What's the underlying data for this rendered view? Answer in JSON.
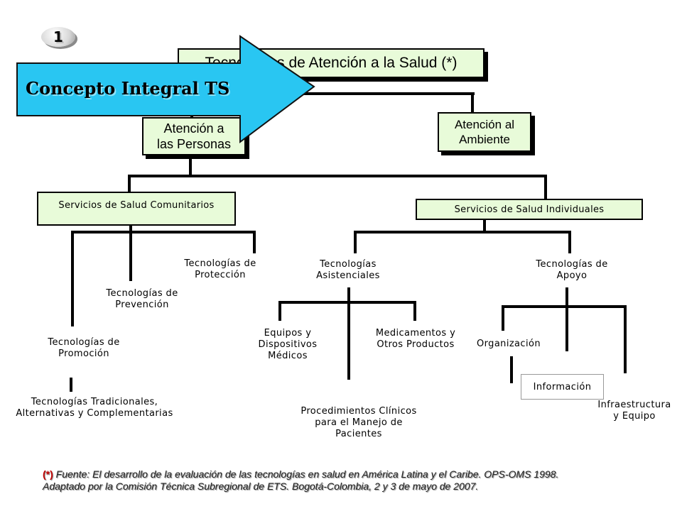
{
  "badge": {
    "number": "1"
  },
  "banner": {
    "label": "Concepto Integral TS",
    "color": "#29c6f2"
  },
  "top": {
    "label": "Tecnologías de Atención a la Salud (*)"
  },
  "level2": {
    "personas": "Atención a\nlas Personas",
    "ambiente": "Atención al\nAmbiente"
  },
  "level3": {
    "comunitarios": "Servicios de Salud Comunitarios",
    "individuales": "Servicios de Salud Individuales"
  },
  "comunitarios_children": {
    "proteccion": "Tecnologías de\nProtección",
    "prevencion": "Tecnologías de\nPrevención",
    "promocion": "Tecnologías de\nPromoción",
    "tradicionales": "Tecnologías Tradicionales,\nAlternativas y Complementarias"
  },
  "individuales_children": {
    "asistenciales": "Tecnologías\nAsistenciales",
    "apoyo": "Tecnologías de\nApoyo"
  },
  "asistenciales_children": {
    "equipos": "Equipos y\nDispositivos\nMédicos",
    "medicamentos": "Medicamentos y\nOtros Productos",
    "procedimientos": "Procedimientos Clínicos\npara el Manejo de\nPacientes"
  },
  "apoyo_children": {
    "organizacion": "Organización",
    "informacion": "Información",
    "infraestructura": "Infraestructura\ny Equipo"
  },
  "footnote": {
    "marker": "(*)",
    "text": " Fuente: El desarrollo de la evaluación de las tecnologías en salud en América Latina y el Caribe. OPS-OMS 1998.\nAdaptado por la Comisión Técnica Subregional de ETS. Bogotá-Colombia, 2 y 3 de mayo de 2007."
  }
}
